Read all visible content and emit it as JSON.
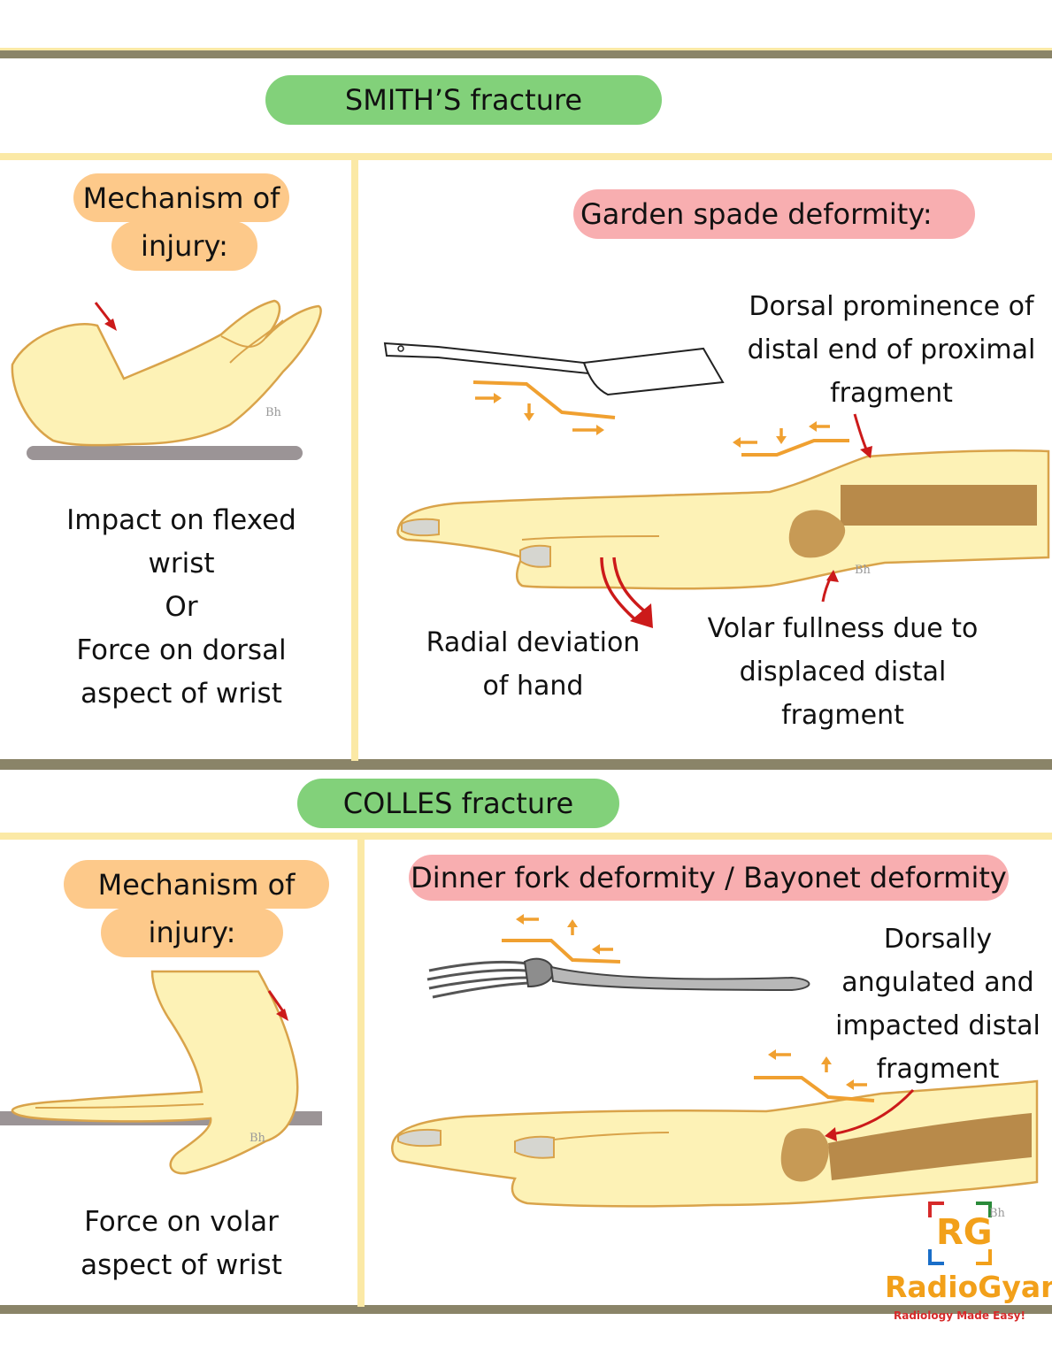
{
  "smith": {
    "title": "SMITH’S fracture",
    "mechanism_label_line1": "Mechanism of",
    "mechanism_label_line2": "injury:",
    "mechanism_text": [
      "Impact on flexed",
      "wrist",
      "Or",
      "Force on dorsal",
      "aspect of wrist"
    ],
    "deformity_label": "Garden spade deformity:",
    "annotation_dorsal": [
      "Dorsal prominence of",
      "distal end of proximal",
      "fragment"
    ],
    "annotation_radial": [
      "Radial deviation",
      "of hand"
    ],
    "annotation_volar": [
      "Volar fullness due to",
      "displaced distal",
      "fragment"
    ]
  },
  "colles": {
    "title": "COLLES fracture",
    "mechanism_label_line1": "Mechanism of",
    "mechanism_label_line2": "injury:",
    "mechanism_text": [
      "Force on volar",
      "aspect of wrist"
    ],
    "deformity_label": "Dinner fork deformity / Bayonet deformity",
    "annotation_dorsal": [
      "Dorsally",
      "angulated and",
      "impacted distal",
      "fragment"
    ]
  },
  "logo": {
    "mark": "RG",
    "name": "RadioGyan",
    "tagline": "Radiology Made Easy!",
    "signature": "Bh"
  },
  "colors": {
    "rule_dark": "#8a8468",
    "rule_light": "#fbe9a6",
    "pill_green": "#82d17a",
    "pill_orange": "#fdc98a",
    "pill_pink": "#f8aeb0",
    "skin": "#fdf2b6",
    "skin_outline": "#d9a34a",
    "arrow_red": "#cc1a1a",
    "arrow_orange": "#f0a030",
    "bone_gold": "#b88a4a",
    "logo_orange": "#f2a01a",
    "logo_red": "#d62a2a"
  }
}
